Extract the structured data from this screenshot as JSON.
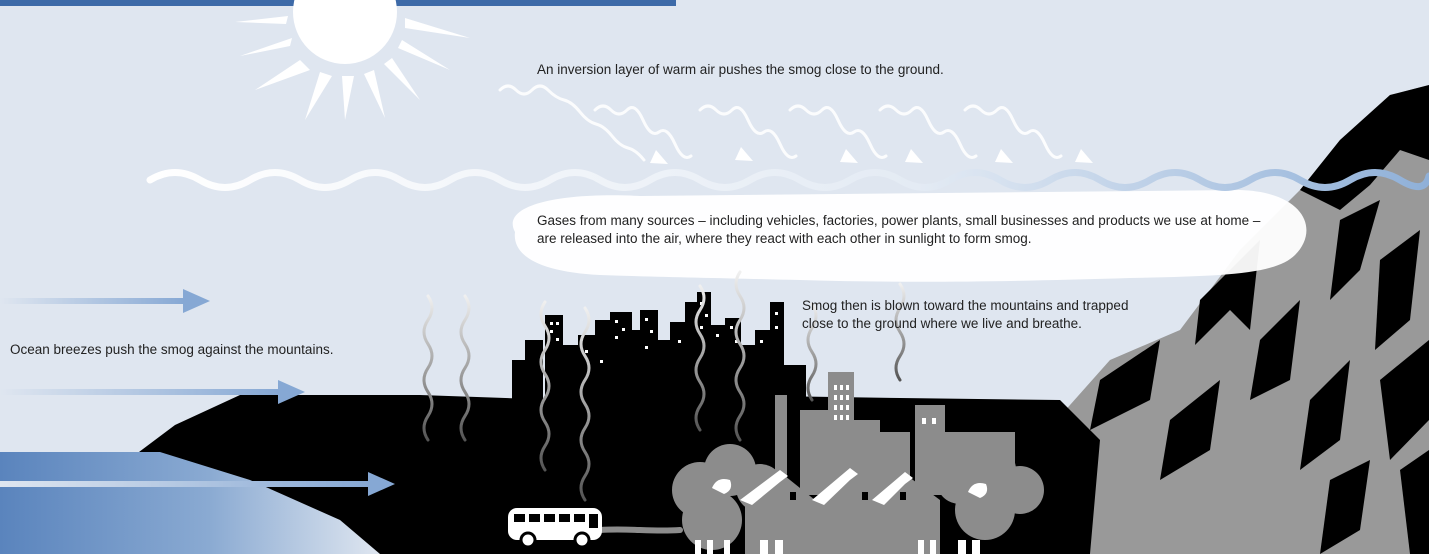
{
  "labels": {
    "inversion": "An inversion layer of warm air pushes the smog close to the ground.",
    "gases": "Gases from many sources – including vehicles, factories, power plants, small businesses and products we use at home – are released into the air, where they react with each other in sunlight to form smog.",
    "blown": "Smog then is blown toward the mountains and trapped close to the ground where we live and breathe.",
    "ocean": "Ocean breezes push the smog against the mountains."
  },
  "colors": {
    "sky": "#dfe6f0",
    "header_bar": "#3d6aa8",
    "sun": "#ffffff",
    "ground": "#000000",
    "mountain": "#a0a0a0",
    "ocean": "#6f96c6",
    "arrow": "#8fb0d8",
    "cloud": "#ffffff",
    "factory": "#8c8c8c"
  }
}
